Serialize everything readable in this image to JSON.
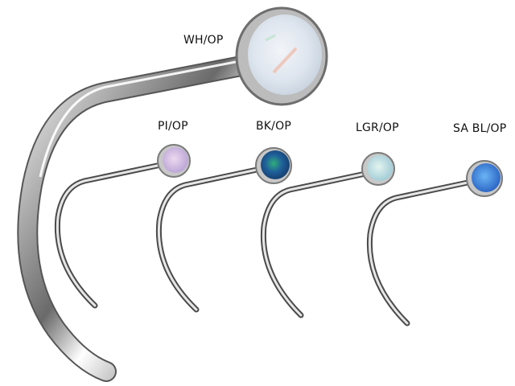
{
  "product_image": {
    "description": "Opal nose screw variants",
    "variants": [
      {
        "code": "WH/OP",
        "stone_color": "#dfe6ef",
        "accent": "#f3c7c0",
        "size": "large"
      },
      {
        "code": "PI/OP",
        "stone_color": "#d7c3e3",
        "accent": "#e9b7c8",
        "size": "small"
      },
      {
        "code": "BK/OP",
        "stone_color": "#1f5f9a",
        "accent": "#2fae7a",
        "size": "small"
      },
      {
        "code": "LGR/OP",
        "stone_color": "#b7dbe0",
        "accent": "#d9f1ec",
        "size": "small"
      },
      {
        "code": "SA BL/OP",
        "stone_color": "#3b7fd6",
        "accent": "#5aa8f0",
        "size": "small"
      }
    ]
  },
  "colors": {
    "background": "#ffffff",
    "metal_dark": "#3a3a3a",
    "metal_light": "#e8e8e8",
    "bezel": "#9a9a9a"
  }
}
